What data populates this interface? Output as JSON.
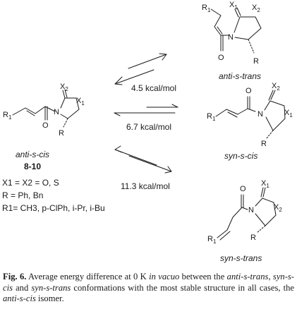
{
  "scheme": {
    "reactant": {
      "label": "anti-s-cis",
      "number": "8-10",
      "conditions": [
        "X1 = X2 = O, S",
        "R = Ph, Bn",
        "R1= CH3, p-ClPh, i-Pr, i-Bu"
      ]
    },
    "products": [
      {
        "label": "anti-s-trans",
        "energy": "4.5 kcal/mol"
      },
      {
        "label": "syn-s-cis",
        "energy": "6.7 kcal/mol"
      },
      {
        "label": "syn-s-trans",
        "energy": "11.3 kcal/mol"
      }
    ]
  },
  "caption": {
    "fig_label": "Fig. 6.",
    "t1": " Average energy difference at 0 K ",
    "t2": "in vacuo",
    "t3": " between the ",
    "t4": "anti-s-trans",
    "t5": ", ",
    "t6": "syn-s-cis",
    "t7": " and ",
    "t8": "syn-s-trans",
    "t9": " conformations with the most stable structure in all cases, the ",
    "t10": "anti-s-cis",
    "t11": " isomer."
  }
}
